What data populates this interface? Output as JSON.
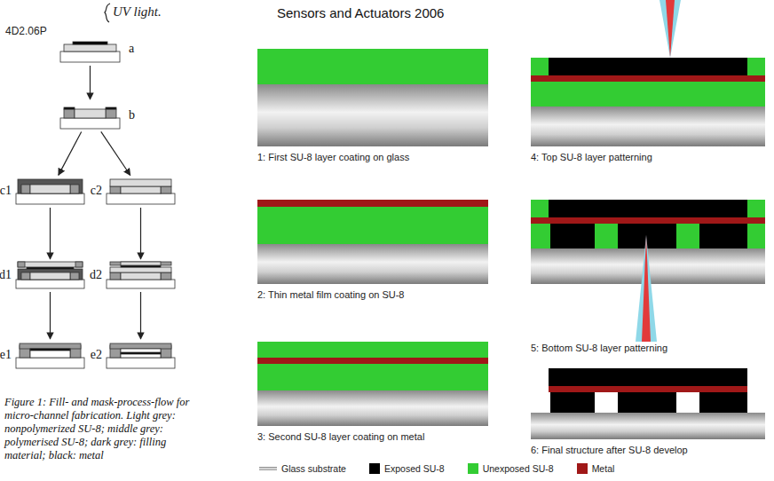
{
  "diagram": {
    "title": "Sensors and Actuators 2006",
    "caption": "Figure 1: Fill- and mask-process-flow for micro-channel fabrication. Light grey: nonpolymerized SU-8; middle grey: polymerised SU-8; dark grey: filling material; black: metal",
    "nodes": [
      {
        "text": [
          "a"
        ]
      },
      {
        "text": [
          "b"
        ]
      },
      {
        "text": [
          "c1"
        ]
      },
      {
        "text": [
          "c2"
        ]
      },
      {
        "text": [
          "d1"
        ]
      },
      {
        "text": [
          "d2"
        ]
      },
      {
        "text": [
          "e1"
        ]
      },
      {
        "text": [
          "e2"
        ]
      },
      {
        "text": [
          "1: First SU-8 layer coating on glass"
        ]
      },
      {
        "text": [
          "2: Thin metal film coating on SU-8"
        ]
      },
      {
        "text": [
          "3: Second SU-8 layer coating on metal"
        ]
      },
      {
        "text": [
          "4: Top SU-8 layer patterning"
        ]
      },
      {
        "text": [
          "5: Bottom SU-8 layer patterning"
        ]
      },
      {
        "text": [
          "6: Final structure after SU-8 develop"
        ]
      }
    ],
    "edges": [
      {
        "from": 0,
        "to": 1,
        "arrow": "to"
      },
      {
        "from": 1,
        "to": 2,
        "arrow": "to"
      },
      {
        "from": 1,
        "to": 3,
        "arrow": "to"
      },
      {
        "from": 2,
        "to": 4,
        "arrow": "to"
      },
      {
        "from": 3,
        "to": 5,
        "arrow": "to"
      },
      {
        "from": 4,
        "to": 6,
        "arrow": "to"
      },
      {
        "from": 5,
        "to": 7,
        "arrow": "to"
      }
    ],
    "labels": [
      "4D2.06P",
      "UV light."
    ],
    "legend": [
      {
        "text": "Glass substrate"
      },
      {
        "text": "Exposed SU-8",
        "color": "#000000"
      },
      {
        "text": "Unexposed SU-8",
        "color": "#33cc33"
      },
      {
        "text": "Metal",
        "color": "#a01818"
      }
    ]
  }
}
